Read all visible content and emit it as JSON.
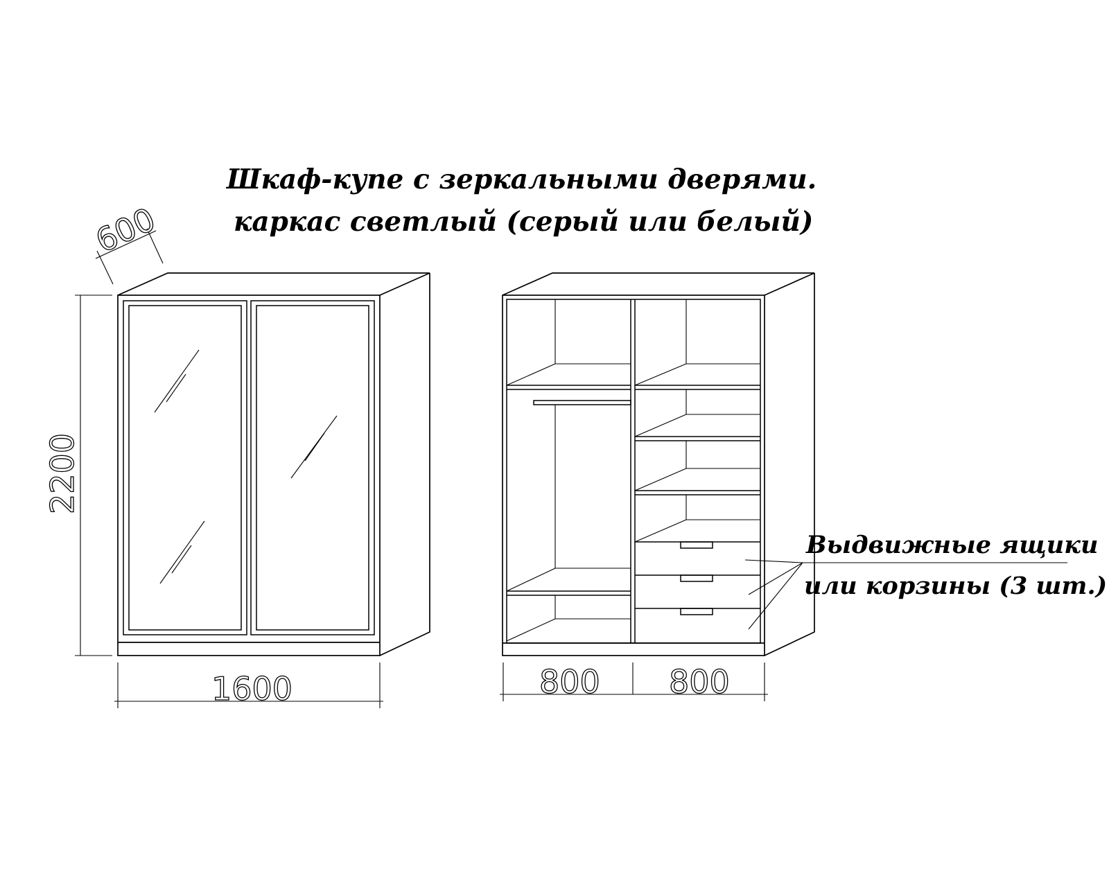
{
  "title": {
    "line1": "Шкаф-купе с зеркальными дверями.",
    "line2": "каркас светлый (серый или белый)"
  },
  "dimensions": {
    "depth": "600",
    "height": "2200",
    "width_total": "1600",
    "width_left": "800",
    "width_right": "800"
  },
  "callout": {
    "line1": "Выдвижные ящики",
    "line2": "или корзины (3 шт.)"
  }
}
